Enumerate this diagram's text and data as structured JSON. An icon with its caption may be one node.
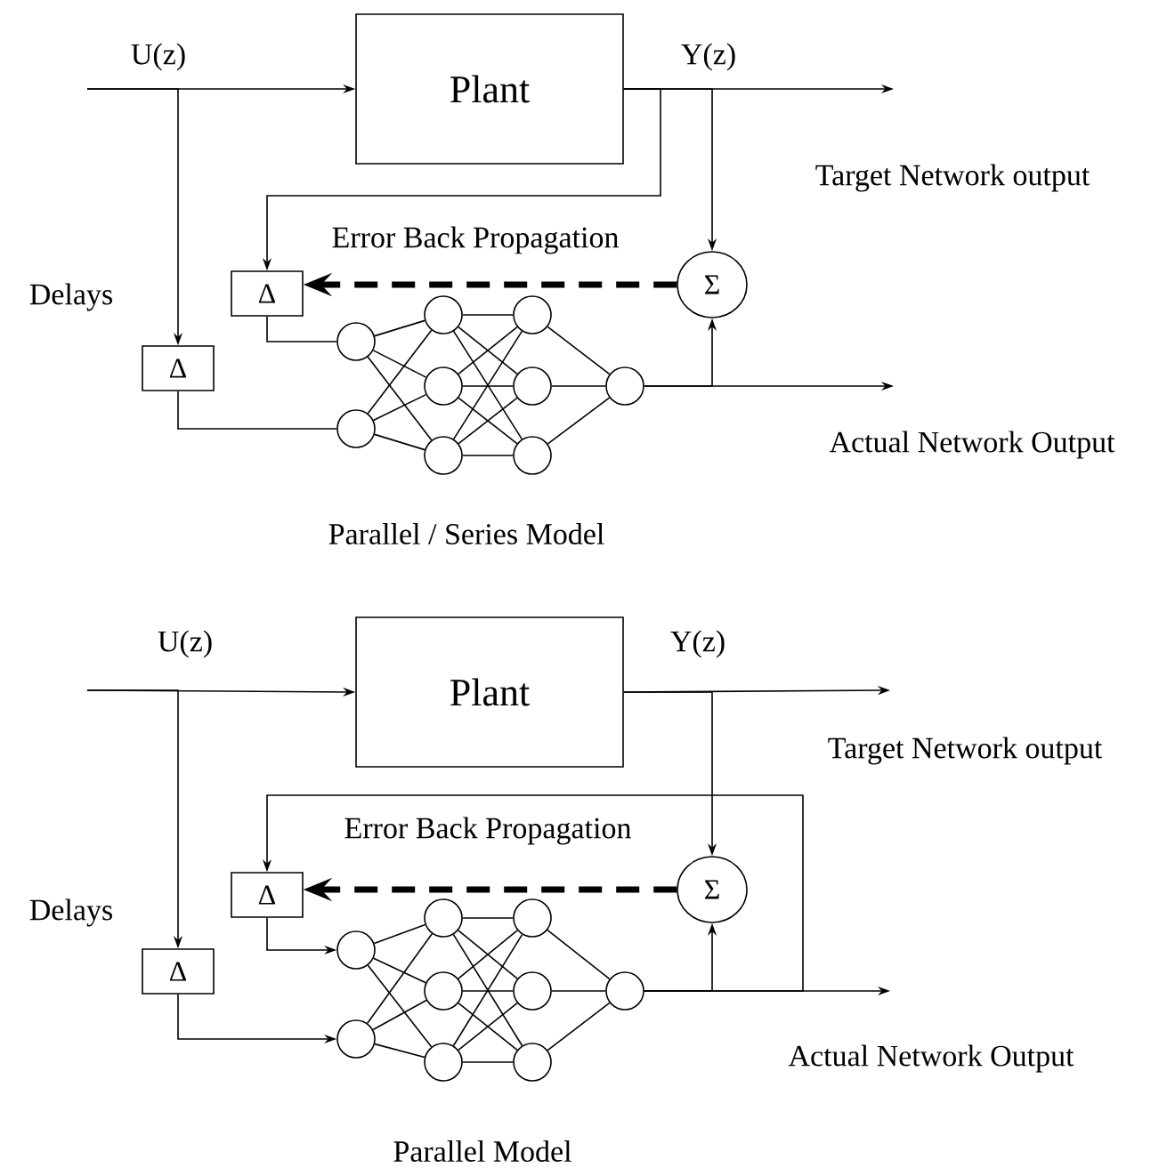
{
  "diagram": {
    "nodes": [
      {
        "text": [
          "Plant"
        ]
      },
      {
        "text": [
          "Δ"
        ]
      },
      {
        "text": [
          "Δ"
        ]
      },
      {
        "text": [
          "Σ"
        ]
      },
      {
        "text": [],
        "shape": "circle"
      },
      {
        "text": [],
        "shape": "circle"
      },
      {
        "text": [],
        "shape": "circle"
      },
      {
        "text": [],
        "shape": "circle"
      },
      {
        "text": [],
        "shape": "circle"
      },
      {
        "text": [],
        "shape": "circle"
      },
      {
        "text": [],
        "shape": "circle"
      },
      {
        "text": [],
        "shape": "circle"
      },
      {
        "text": [],
        "shape": "circle"
      },
      {
        "text": [
          "Plant"
        ]
      },
      {
        "text": [
          "Δ"
        ]
      },
      {
        "text": [
          "Δ"
        ]
      },
      {
        "text": [
          "Σ"
        ]
      },
      {
        "text": [],
        "shape": "circle"
      },
      {
        "text": [],
        "shape": "circle"
      },
      {
        "text": [],
        "shape": "circle"
      },
      {
        "text": [],
        "shape": "circle"
      },
      {
        "text": [],
        "shape": "circle"
      },
      {
        "text": [],
        "shape": "circle"
      },
      {
        "text": [],
        "shape": "circle"
      },
      {
        "text": [],
        "shape": "circle"
      },
      {
        "text": [],
        "shape": "circle"
      }
    ],
    "edges": [
      {
        "from": null,
        "to": 0,
        "arrow": "to"
      },
      {
        "from": null,
        "to": 2,
        "arrow": "to"
      },
      {
        "from": 0,
        "to": null,
        "arrow": "to"
      },
      {
        "from": 0,
        "to": 1,
        "arrow": "to"
      },
      {
        "from": 0,
        "to": 3,
        "arrow": "to"
      },
      {
        "from": 1,
        "to": 4,
        "arrow": "none"
      },
      {
        "from": 2,
        "to": 5,
        "arrow": "none"
      },
      {
        "from": 4,
        "to": 6,
        "arrow": "none"
      },
      {
        "from": 4,
        "to": 7,
        "arrow": "none"
      },
      {
        "from": 4,
        "to": 8,
        "arrow": "none"
      },
      {
        "from": 5,
        "to": 6,
        "arrow": "none"
      },
      {
        "from": 5,
        "to": 7,
        "arrow": "none"
      },
      {
        "from": 5,
        "to": 8,
        "arrow": "none"
      },
      {
        "from": 6,
        "to": 9,
        "arrow": "none"
      },
      {
        "from": 6,
        "to": 10,
        "arrow": "none"
      },
      {
        "from": 6,
        "to": 11,
        "arrow": "none"
      },
      {
        "from": 7,
        "to": 9,
        "arrow": "none"
      },
      {
        "from": 7,
        "to": 10,
        "arrow": "none"
      },
      {
        "from": 7,
        "to": 11,
        "arrow": "none"
      },
      {
        "from": 8,
        "to": 9,
        "arrow": "none"
      },
      {
        "from": 8,
        "to": 10,
        "arrow": "none"
      },
      {
        "from": 8,
        "to": 11,
        "arrow": "none"
      },
      {
        "from": 9,
        "to": 12,
        "arrow": "none"
      },
      {
        "from": 10,
        "to": 12,
        "arrow": "none"
      },
      {
        "from": 11,
        "to": 12,
        "arrow": "none"
      },
      {
        "from": 12,
        "to": null,
        "arrow": "to"
      },
      {
        "from": 12,
        "to": 3,
        "arrow": "to"
      },
      {
        "from": 3,
        "to": 1,
        "arrow": "to",
        "style": "dashed",
        "label": "Error Back Propagation"
      },
      {
        "from": null,
        "to": 13,
        "arrow": "to"
      },
      {
        "from": null,
        "to": 15,
        "arrow": "to"
      },
      {
        "from": 13,
        "to": null,
        "arrow": "to"
      },
      {
        "from": 13,
        "to": 16,
        "arrow": "to"
      },
      {
        "from": 14,
        "to": 17,
        "arrow": "to"
      },
      {
        "from": 15,
        "to": 18,
        "arrow": "to"
      },
      {
        "from": 17,
        "to": 19,
        "arrow": "none"
      },
      {
        "from": 17,
        "to": 20,
        "arrow": "none"
      },
      {
        "from": 17,
        "to": 21,
        "arrow": "none"
      },
      {
        "from": 18,
        "to": 19,
        "arrow": "none"
      },
      {
        "from": 18,
        "to": 20,
        "arrow": "none"
      },
      {
        "from": 18,
        "to": 21,
        "arrow": "none"
      },
      {
        "from": 19,
        "to": 22,
        "arrow": "none"
      },
      {
        "from": 19,
        "to": 23,
        "arrow": "none"
      },
      {
        "from": 19,
        "to": 24,
        "arrow": "none"
      },
      {
        "from": 20,
        "to": 22,
        "arrow": "none"
      },
      {
        "from": 20,
        "to": 23,
        "arrow": "none"
      },
      {
        "from": 20,
        "to": 24,
        "arrow": "none"
      },
      {
        "from": 21,
        "to": 22,
        "arrow": "none"
      },
      {
        "from": 21,
        "to": 23,
        "arrow": "none"
      },
      {
        "from": 21,
        "to": 24,
        "arrow": "none"
      },
      {
        "from": 22,
        "to": 25,
        "arrow": "none"
      },
      {
        "from": 23,
        "to": 25,
        "arrow": "none"
      },
      {
        "from": 24,
        "to": 25,
        "arrow": "none"
      },
      {
        "from": 25,
        "to": null,
        "arrow": "to"
      },
      {
        "from": 25,
        "to": 16,
        "arrow": "to"
      },
      {
        "from": 25,
        "to": 14,
        "arrow": "to"
      },
      {
        "from": 16,
        "to": 14,
        "arrow": "to",
        "style": "dashed",
        "label": "Error Back Propagation"
      }
    ],
    "labels": [
      "U(z)",
      "Y(z)",
      "Target Network output",
      "Delays",
      "Actual Network Output",
      "Parallel / Series Model",
      "U(z)",
      "Y(z)",
      "Target Network output",
      "Delays",
      "Actual Network Output",
      "Parallel Model"
    ]
  }
}
